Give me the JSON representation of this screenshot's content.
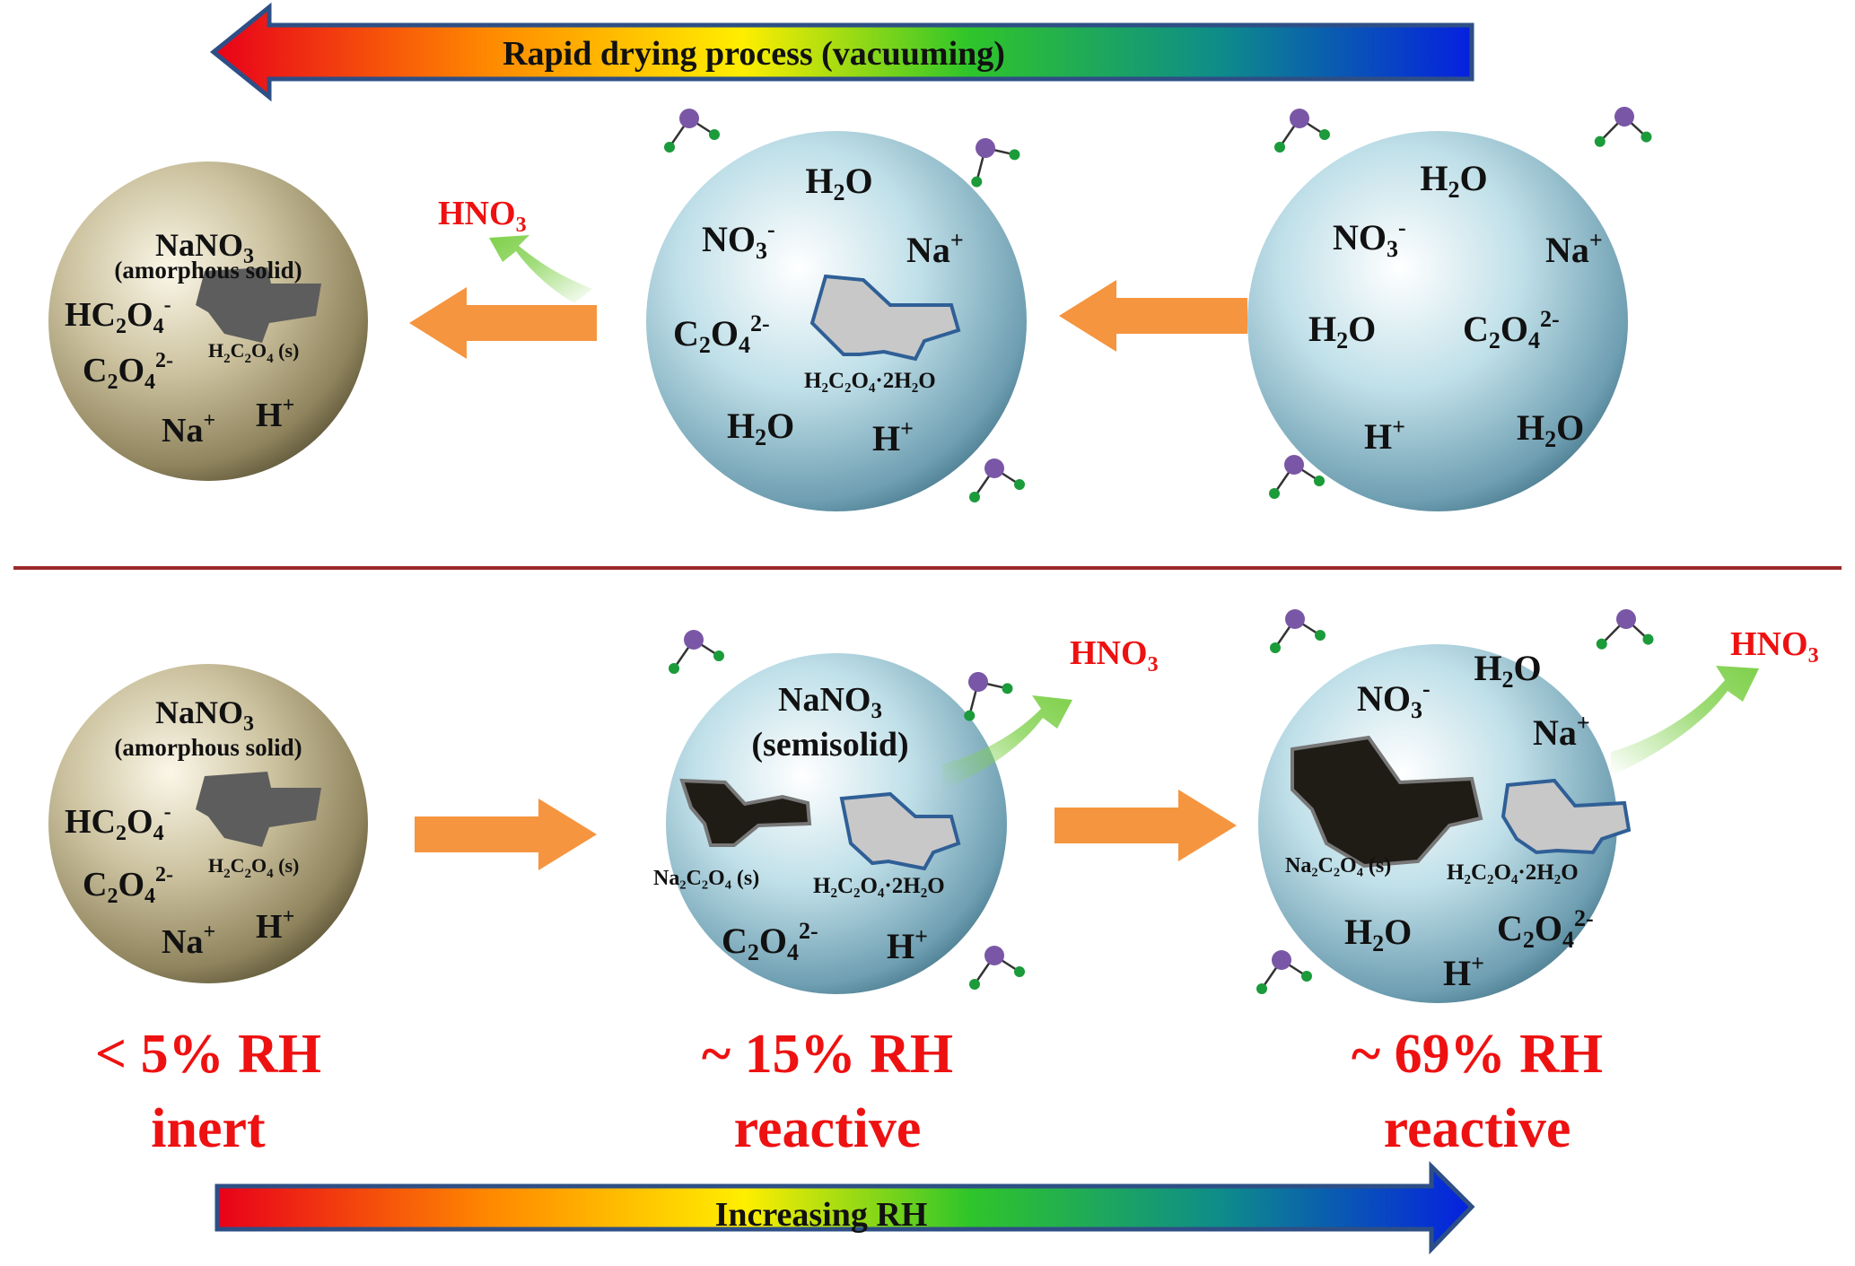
{
  "top_arrow": {
    "label": "Rapid drying process (vacuuming)"
  },
  "bottom_arrow": {
    "label": "Increasing RH"
  },
  "top_row": {
    "dry_particle": {
      "labels": [
        "NaNO",
        "(amorphous solid)",
        "HC",
        "C",
        "Na",
        "H",
        "H",
        "C",
        "O",
        " (s)"
      ]
    },
    "hno3": "HNO",
    "mid_particle": {
      "crystal": "H₂C₂O₄·2H₂O"
    },
    "right_particle": {}
  },
  "bottom_row": {
    "dry_particle": {},
    "mid_particle": {
      "nano3": "NaNO",
      "phase": "(semisolid)",
      "na2c2o4": "Na₂C₂O₄ (s)",
      "crystal": "H₂C₂O₄·2H₂O"
    },
    "right_particle": {
      "na2c2o4": "Na₂C₂O₄ (s)",
      "crystal": "H₂C₂O₄·2H₂O"
    },
    "hno3": "HNO"
  },
  "conditions": [
    {
      "rh": "< 5% RH",
      "state": "inert"
    },
    {
      "rh": "~ 15% RH",
      "state": "reactive"
    },
    {
      "rh": "~ 69% RH",
      "state": "reactive"
    }
  ],
  "species": {
    "h2o": "H",
    "o": "O",
    "no3": "NO",
    "na": "Na",
    "h": "H",
    "c2o4": "C",
    "hc2o4": "HC",
    "sub2": "2",
    "sub3": "3",
    "sub4": "4",
    "minus": "-",
    "plus": "+",
    "two_minus": "2-"
  },
  "colors": {
    "dry_particle": "#bfb48f",
    "wet_particle": "#a9d0dc",
    "process_arrow": "#f5953f",
    "divider": "#9b2a2a",
    "hno3_arrow": "#7ed04a",
    "crystal_fill": "#c8c8c8",
    "crystal_outline": "#2f5f96",
    "solid_oxalate": "#5d5d5d",
    "sodium_oxalate": "#1f1b15",
    "molecule_o": "#7a57a6",
    "molecule_h": "#1b9b3a",
    "condition_text": "#ee1111"
  }
}
